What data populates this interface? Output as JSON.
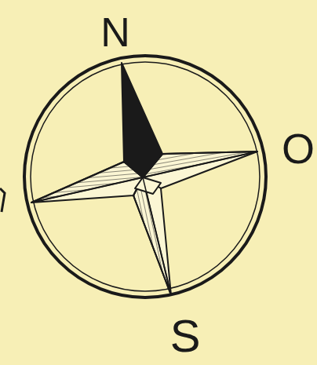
{
  "diagram": {
    "labels": [
      "N",
      "O",
      "S"
    ]
  }
}
